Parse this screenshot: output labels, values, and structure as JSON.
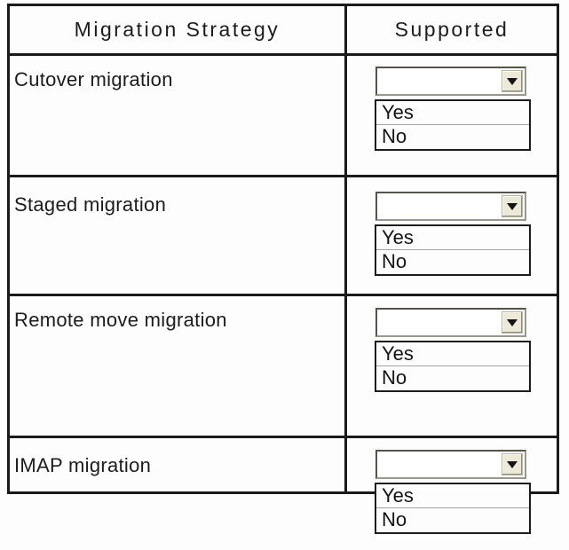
{
  "table": {
    "column_headers": [
      "Migration Strategy",
      "Supported"
    ],
    "rows": [
      {
        "label": "Cutover migration",
        "selected_value": ""
      },
      {
        "label": "Staged migration",
        "selected_value": ""
      },
      {
        "label": "Remote move migration",
        "selected_value": ""
      },
      {
        "label": "IMAP migration",
        "selected_value": ""
      }
    ]
  },
  "dropdown": {
    "options": [
      "Yes",
      "No"
    ]
  },
  "icons": {
    "dropdown_arrow": "caret-down-triangle"
  },
  "colors": {
    "table_border": "#1a1a1a",
    "text": "#1c1c1c",
    "dropdown_button_face": "#ece9d8",
    "background": "#fdfdfd"
  }
}
